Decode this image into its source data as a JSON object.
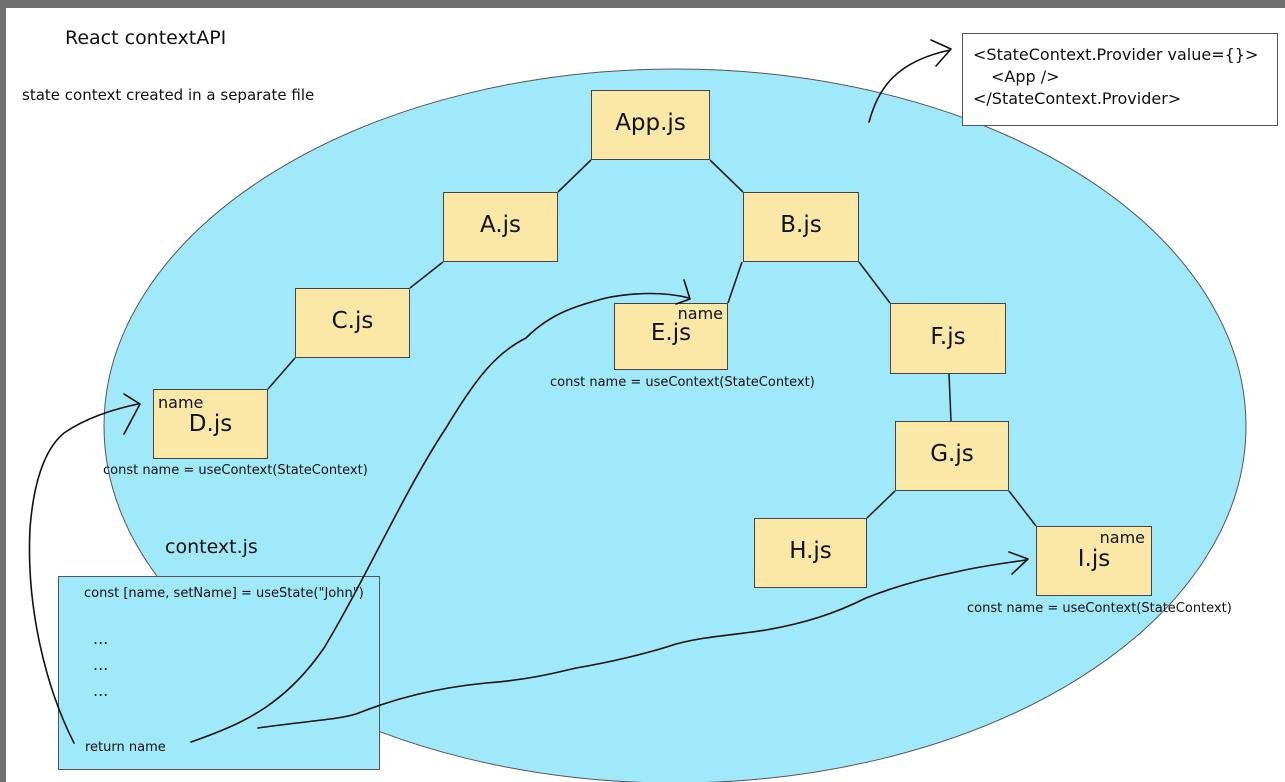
{
  "title": "React contextAPI",
  "subtitle": "state context created in a separate file",
  "colors": {
    "ellipse_fill": "#9fe9fa",
    "node_fill": "#fbe7a6",
    "border": "#444444",
    "background": "#ffffff"
  },
  "provider_code": [
    "<StateContext.Provider value={}>",
    "<App />",
    "</StateContext.Provider>"
  ],
  "nodes": {
    "app": "App.js",
    "a": "A.js",
    "b": "B.js",
    "c": "C.js",
    "d": "D.js",
    "e": "E.js",
    "f": "F.js",
    "g": "G.js",
    "h": "H.js",
    "i": "I.js"
  },
  "name_tag": "name",
  "use_context_code": "const name = useContext(StateContext)",
  "context_file": {
    "title": "context.js",
    "state_line": "const [name, setName] = useState(\"John\")",
    "ellipsis": "...",
    "return_line": "return name"
  }
}
